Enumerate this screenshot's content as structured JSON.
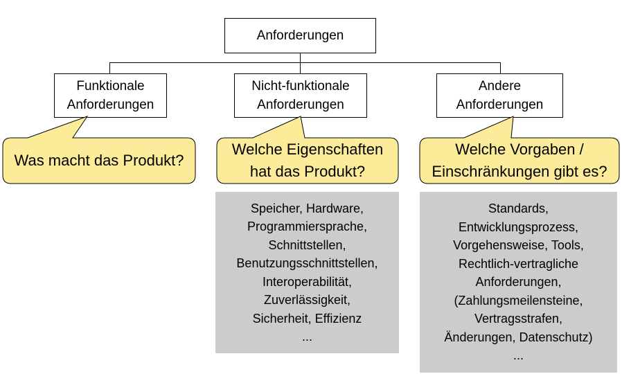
{
  "root": {
    "label": "Anforderungen"
  },
  "categories": [
    {
      "line1": "Funktionale",
      "line2": "Anforderungen",
      "question": [
        "Was macht das Produkt?"
      ],
      "details": []
    },
    {
      "line1": "Nicht-funktionale",
      "line2": "Anforderungen",
      "question": [
        "Welche Eigenschaften",
        "hat das Produkt?"
      ],
      "details": [
        "Speicher, Hardware,",
        "Programmiersprache,",
        "Schnittstellen,",
        "Benutzungsschnittstellen,",
        "Interoperabilität,",
        "Zuverlässigkeit,",
        "Sicherheit, Effizienz",
        "..."
      ]
    },
    {
      "line1": "Andere",
      "line2": "Anforderungen",
      "question": [
        "Welche Vorgaben /",
        "Einschränkungen gibt es?"
      ],
      "details": [
        "Standards,",
        "Entwicklungsprozess,",
        "Vorgehensweise, Tools,",
        "Rechtlich-vertragliche",
        "Anforderungen,",
        "(Zahlungsmeilensteine,",
        "Vertragsstrafen,",
        "Änderungen, Datenschutz)",
        "..."
      ]
    }
  ],
  "colors": {
    "bubble_fill": "#fcec9a",
    "bubble_stroke": "#000000",
    "detail_fill": "#cccccc"
  }
}
